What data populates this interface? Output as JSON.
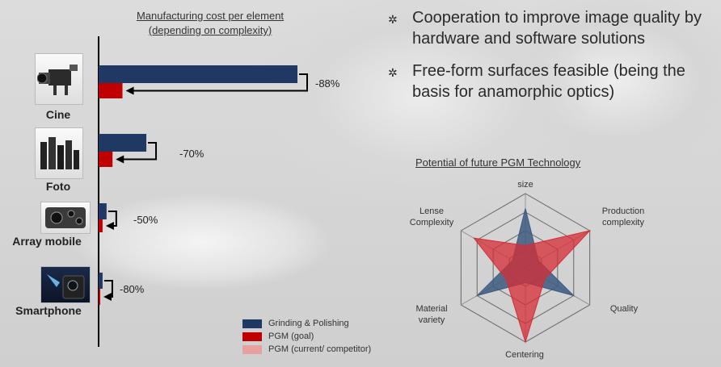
{
  "chart_data": [
    {
      "type": "bar",
      "title": "Manufacturing cost per element",
      "subtitle": "(depending on complexity)",
      "categories": [
        "Cine",
        "Foto",
        "Array mobile",
        "Smartphone"
      ],
      "series": [
        {
          "name": "Grinding & Polishing",
          "color": "#1f3864",
          "values": [
            100,
            24,
            4,
            2
          ]
        },
        {
          "name": "PGM (goal)",
          "color": "#c00000",
          "values": [
            12,
            7,
            2,
            0.4
          ]
        },
        {
          "name": "PGM (current/ competitor)",
          "color": "#e6a0a0",
          "values": []
        }
      ],
      "reductions": [
        "-88%",
        "-70%",
        "-50%",
        "-80%"
      ]
    },
    {
      "type": "radar",
      "title": "Potential of future PGM Technology",
      "axes": [
        "size",
        "Production complexity",
        "Quality",
        "Centering",
        "Material variety",
        "Lense Complexity"
      ],
      "series": [
        {
          "name": "Grinding & Polishing",
          "color": "#3d5a80",
          "values": [
            0.8,
            0.2,
            0.75,
            0.2,
            0.75,
            0.2
          ]
        },
        {
          "name": "PGM",
          "color": "#d62c35",
          "values": [
            0.3,
            1.0,
            0.3,
            1.0,
            0.3,
            0.8
          ]
        }
      ],
      "rings": 4
    }
  ],
  "bullets": [
    "Cooperation to improve image quality by hardware and software solutions",
    "Free-form surfaces feasible (being the basis for anamorphic optics)"
  ],
  "icons": [
    "cine-camera-icon",
    "photo-lenses-icon",
    "array-module-icon",
    "smartphone-icon"
  ]
}
